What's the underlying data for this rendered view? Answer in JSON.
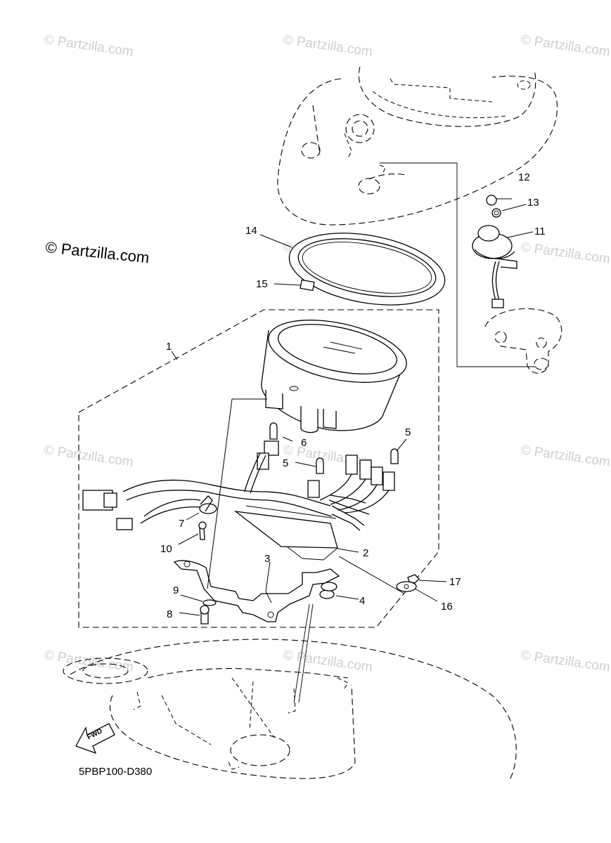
{
  "watermarks": {
    "small_text": "© Partzilla.com",
    "main_text": "© Partzilla.com"
  },
  "callouts": {
    "c1": "1",
    "c2": "2",
    "c3": "3",
    "c4": "4",
    "c5a": "5",
    "c5b": "5",
    "c6": "6",
    "c7": "7",
    "c8": "8",
    "c9": "9",
    "c10": "10",
    "c11": "11",
    "c12": "12",
    "c13": "13",
    "c14": "14",
    "c15": "15",
    "c16": "16",
    "c17": "17"
  },
  "fwd_label": "FWD",
  "diagram_code": "5PBP100-D380"
}
